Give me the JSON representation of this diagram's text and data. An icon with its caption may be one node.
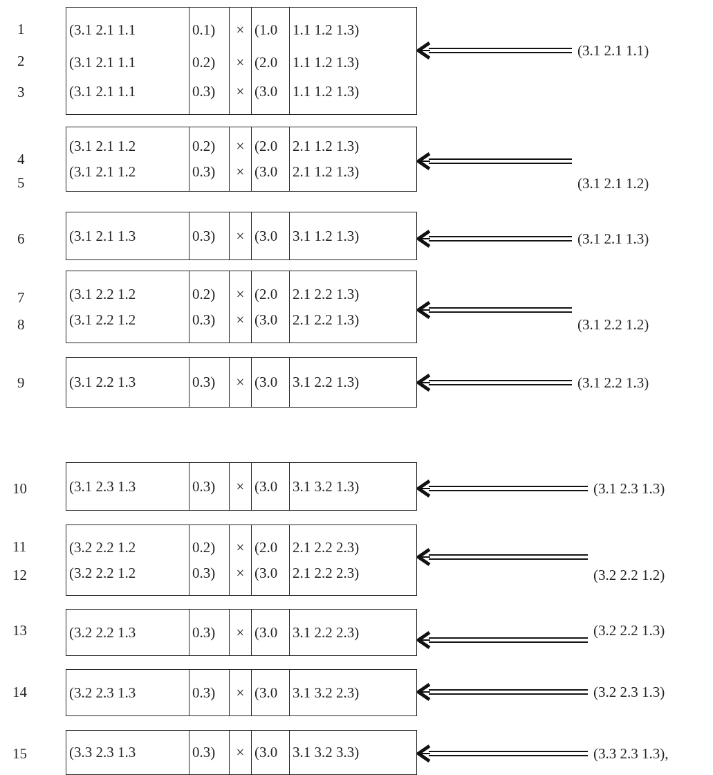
{
  "diagram": {
    "nodes": [
      {
        "text": [
          "(3.1 2.1 1.1",
          "0.1)",
          "×",
          "(1.0",
          "1.1 1.2 1.3)",
          "(3.1 2.1 1.1",
          "0.2)",
          "×",
          "(2.0",
          "1.1 1.2 1.3)",
          "(3.1 2.1 1.1",
          "0.3)",
          "×",
          "(3.0",
          "1.1 1.2 1.3)"
        ]
      },
      {
        "text": [
          "(3.1 2.1 1.1)"
        ]
      },
      {
        "text": [
          "(3.1 2.1 1.2",
          "0.2)",
          "×",
          "(2.0",
          "2.1 1.2 1.3)",
          "(3.1 2.1 1.2",
          "0.3)",
          "×",
          "(3.0",
          "2.1 1.2 1.3)"
        ]
      },
      {
        "text": [
          "(3.1 2.1 1.2)"
        ]
      },
      {
        "text": [
          "(3.1 2.1 1.3",
          "0.3)",
          "×",
          "(3.0",
          "3.1 1.2 1.3)"
        ]
      },
      {
        "text": [
          "(3.1 2.1 1.3)"
        ]
      },
      {
        "text": [
          "(3.1 2.2 1.2",
          "0.2)",
          "×",
          "(2.0",
          "2.1 2.2 1.3)",
          "(3.1 2.2 1.2",
          "0.3)",
          "×",
          "(3.0",
          "2.1 2.2 1.3)"
        ]
      },
      {
        "text": [
          "(3.1 2.2 1.2)"
        ]
      },
      {
        "text": [
          "(3.1 2.2 1.3",
          "0.3)",
          "×",
          "(3.0",
          "3.1 2.2 1.3)"
        ]
      },
      {
        "text": [
          "(3.1 2.2 1.3)"
        ]
      },
      {
        "text": [
          "(3.1 2.3 1.3",
          "0.3)",
          "×",
          "(3.0",
          "3.1 3.2 1.3)"
        ]
      },
      {
        "text": [
          "(3.1 2.3 1.3)"
        ]
      },
      {
        "text": [
          "(3.2 2.2 1.2",
          "0.2)",
          "×",
          "(2.0",
          "2.1 2.2 2.3)",
          "(3.2 2.2 1.2",
          "0.3)",
          "×",
          "(3.0",
          "2.1 2.2 2.3)"
        ]
      },
      {
        "text": [
          "(3.2 2.2 1.2)"
        ]
      },
      {
        "text": [
          "(3.2 2.2 1.3",
          "0.3)",
          "×",
          "(3.0",
          "3.1 2.2 2.3)"
        ]
      },
      {
        "text": [
          "(3.2 2.2 1.3)"
        ]
      },
      {
        "text": [
          "(3.2 2.3 1.3",
          "0.3)",
          "×",
          "(3.0",
          "3.1 3.2 2.3)"
        ]
      },
      {
        "text": [
          "(3.2 2.3 1.3)"
        ]
      },
      {
        "text": [
          "(3.3 2.3 1.3",
          "0.3)",
          "×",
          "(3.0",
          "3.1 3.2 3.3)"
        ]
      },
      {
        "text": [
          "(3.3 2.3 1.3),"
        ]
      }
    ],
    "edges": [
      {
        "from": 1,
        "to": 0,
        "arrow": "to"
      },
      {
        "from": 3,
        "to": 2,
        "arrow": "to"
      },
      {
        "from": 5,
        "to": 4,
        "arrow": "to"
      },
      {
        "from": 7,
        "to": 6,
        "arrow": "to"
      },
      {
        "from": 9,
        "to": 8,
        "arrow": "to"
      },
      {
        "from": 11,
        "to": 10,
        "arrow": "to"
      },
      {
        "from": 13,
        "to": 12,
        "arrow": "to"
      },
      {
        "from": 15,
        "to": 14,
        "arrow": "to"
      },
      {
        "from": 17,
        "to": 16,
        "arrow": "to"
      },
      {
        "from": 19,
        "to": 18,
        "arrow": "to"
      }
    ],
    "labels": [
      "1",
      "2",
      "3",
      "4",
      "5",
      "6",
      "7",
      "8",
      "9",
      "10",
      "11",
      "12",
      "13",
      "14",
      "15"
    ]
  }
}
